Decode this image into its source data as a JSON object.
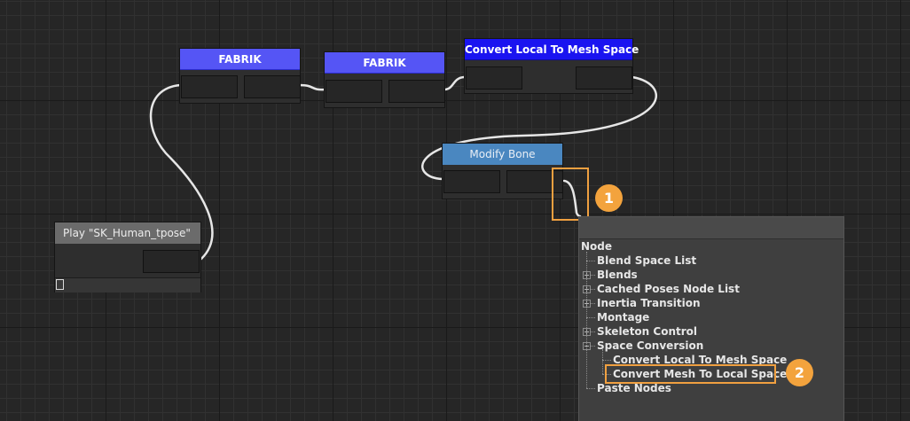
{
  "graph": {
    "nodes": {
      "fabrik_1": {
        "title": "FABRIK"
      },
      "fabrik_2": {
        "title": "FABRIK"
      },
      "convert_local_to_mesh": {
        "title": "Convert Local To Mesh Space"
      },
      "modify_bone": {
        "title": "Modify Bone"
      },
      "play_anim": {
        "title": "Play \"SK_Human_tpose\""
      }
    },
    "wire_color": "#e6e6e6"
  },
  "context_menu": {
    "root": "Node",
    "items": [
      {
        "label": "Blend Space List",
        "expander": "none"
      },
      {
        "label": "Blends",
        "expander": "collapsed"
      },
      {
        "label": "Cached Poses Node List",
        "expander": "collapsed"
      },
      {
        "label": "Inertia Transition",
        "expander": "collapsed"
      },
      {
        "label": "Montage",
        "expander": "none"
      },
      {
        "label": "Skeleton Control",
        "expander": "collapsed"
      },
      {
        "label": "Space Conversion",
        "expander": "expanded",
        "children": [
          {
            "label": "Convert Local To Mesh Space"
          },
          {
            "label": "Convert Mesh To Local Space",
            "highlighted": true
          }
        ]
      },
      {
        "label": "Paste Nodes",
        "expander": "none"
      }
    ]
  },
  "annotations": {
    "step_1": "1",
    "step_2": "2",
    "color": "#f3a33d"
  }
}
